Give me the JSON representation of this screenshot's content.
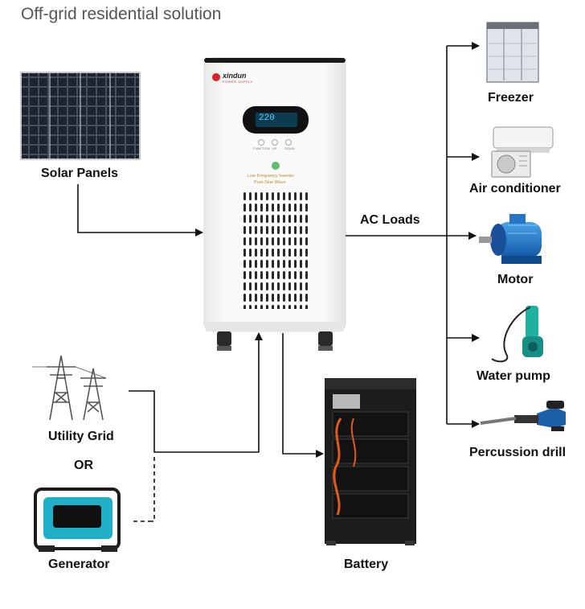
{
  "title": "Off-grid residential solution",
  "inverter": {
    "brand": "xindun",
    "brand_tagline": "POWER SUPPLY",
    "model_line1": "Low Frequency Inverter",
    "model_line2": "Pure Sine Wave",
    "lcd_value": "220",
    "buttons": [
      "FUNCTION",
      "UP",
      "DOWN"
    ]
  },
  "labels": {
    "solar_panels": "Solar Panels",
    "utility_grid": "Utility Grid",
    "or": "OR",
    "generator": "Generator",
    "battery": "Battery",
    "ac_loads": "AC Loads"
  },
  "loads": [
    "Freezer",
    "Air conditioner",
    "Motor",
    "Water pump",
    "Percussion drill"
  ],
  "colors": {
    "line": "#111111",
    "accent": "#e02020",
    "teal": "#1fb0c8",
    "inverter_body": "#f6f6f6",
    "battery_body": "#1c1c1c"
  },
  "icons": [
    "solar-panel-icon",
    "power-tower-icon",
    "generator-icon",
    "battery-cabinet-icon",
    "freezer-icon",
    "air-conditioner-icon",
    "motor-icon",
    "water-pump-icon",
    "percussion-drill-icon"
  ]
}
